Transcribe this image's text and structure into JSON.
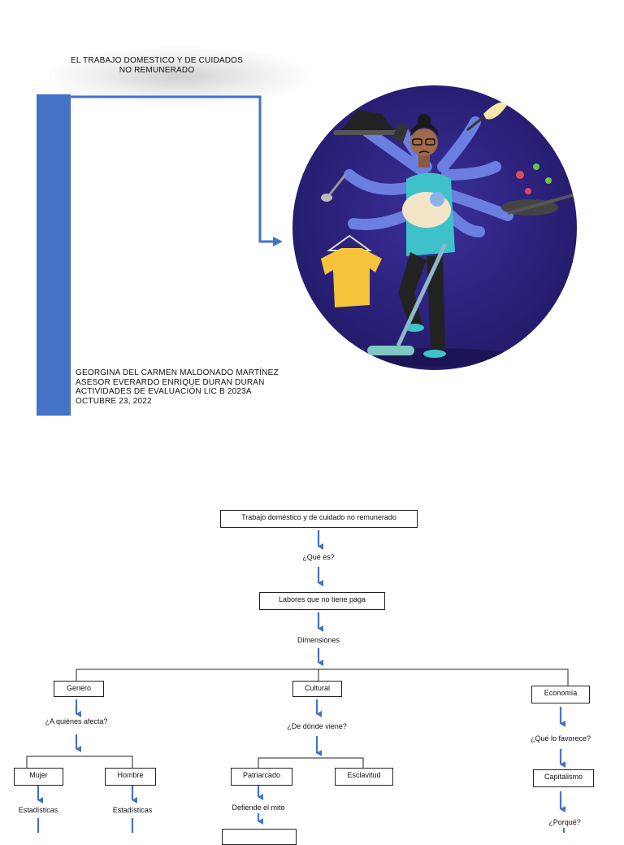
{
  "cover": {
    "title_line1": "EL TRABAJO DOMESTICO Y DE CUIDADOS",
    "title_line2": "NO REMUNERADO",
    "credits": [
      "GEORGINA DEL CARMEN MALDONADO MARTÍNEZ",
      "ASESOR EVERARDO ENRIQUE DURAN DURAN",
      "ACTIVIDADES DE EVALUACIÓN LIC B 2023A",
      "OCTUBRE 23, 2022"
    ],
    "accent_color": "#4472c4",
    "illustration": "multitasking-woman-illustration"
  },
  "diagram": {
    "root": "Trabajo doméstico y de cuidado no remunerado",
    "q_what": "¿Qué es?",
    "definition": "Labores que no tiene paga",
    "dimensions_label": "Dimensiones",
    "genero": "Genero",
    "cultural": "Cultural",
    "economia": "Economía",
    "q_affects": "¿A quiénes afecta?",
    "q_origin": "¿De dónde viene?",
    "q_favors": "¿Qué lo favorece?",
    "mujer": "Mujer",
    "hombre": "Hombre",
    "patriarcado": "Patriarcado",
    "esclavitud": "Esclavitud",
    "capitalismo": "Capitalismo",
    "estadisticas_1": "Estadísticas",
    "estadisticas_2": "Estadísticas",
    "defiende": "Defiende el mito",
    "porque": "¿Porqué?"
  }
}
